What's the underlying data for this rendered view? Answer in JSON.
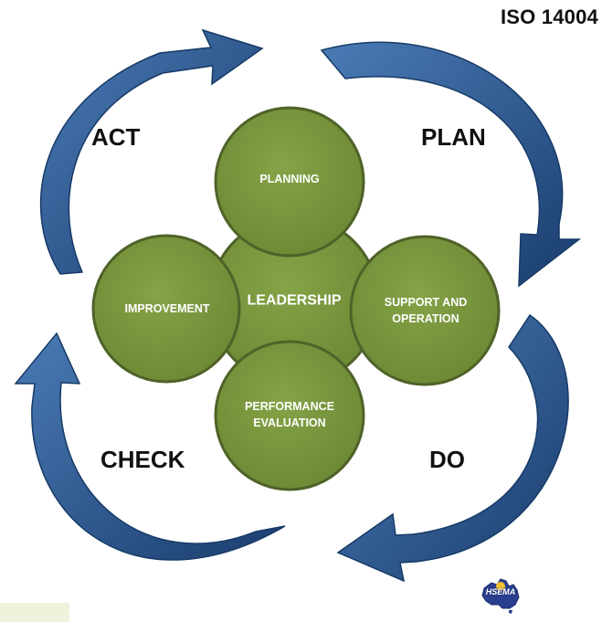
{
  "title": "ISO 14004",
  "phases": {
    "act": "ACT",
    "plan": "PLAN",
    "check": "CHECK",
    "do": "DO"
  },
  "circles": {
    "planning": "PLANNING",
    "improvement": "IMPROVEMENT",
    "leadership": "LEADERSHIP",
    "support_line1": "SUPPORT AND",
    "support_line2": "OPERATION",
    "performance_line1": "PERFORMANCE",
    "performance_line2": "EVALUATION"
  },
  "logo": {
    "text": "HSEMA"
  },
  "colors": {
    "arrow_dark": "#1a3d6e",
    "arrow_light": "#4a7bb5",
    "circle_fill": "#77933c",
    "circle_border": "#4f6228",
    "label_text": "#ffffff"
  }
}
